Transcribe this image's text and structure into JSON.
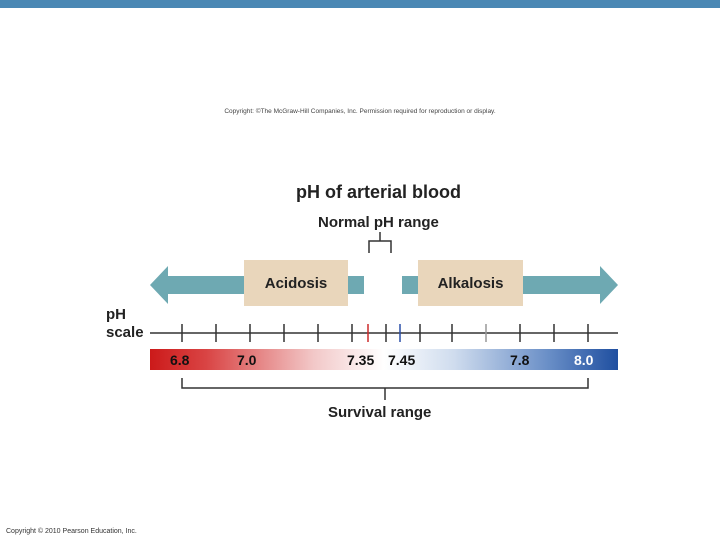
{
  "copyright_top": "Copyright: ©The McGraw-Hill Companies, Inc. Permission required for reproduction or display.",
  "copyright_bottom": "Copyright © 2010 Pearson Education, Inc.",
  "title": "pH of arterial blood",
  "normal_range_label": "Normal pH range",
  "scale_label_line1": "pH",
  "scale_label_line2": "scale",
  "acidosis_label": "Acidosis",
  "alkalosis_label": "Alkalosis",
  "survival_label": "Survival range",
  "ph_labels": [
    {
      "text": "6.8",
      "value": 6.8,
      "color": "#111111"
    },
    {
      "text": "7.0",
      "value": 7.0,
      "color": "#111111"
    },
    {
      "text": "7.35",
      "value": 7.35,
      "color": "#111111"
    },
    {
      "text": "7.45",
      "value": 7.45,
      "color": "#111111"
    },
    {
      "text": "7.8",
      "value": 7.8,
      "color": "#111111"
    },
    {
      "text": "8.0",
      "value": 8.0,
      "color": "#ffffff"
    }
  ],
  "colors": {
    "arrow": "#6ea9b2",
    "acid_red": "#cc1a1a",
    "alkaline_blue": "#1f4fa0",
    "box": "#e9d6bb",
    "accent_bar": "#4a88b4"
  }
}
